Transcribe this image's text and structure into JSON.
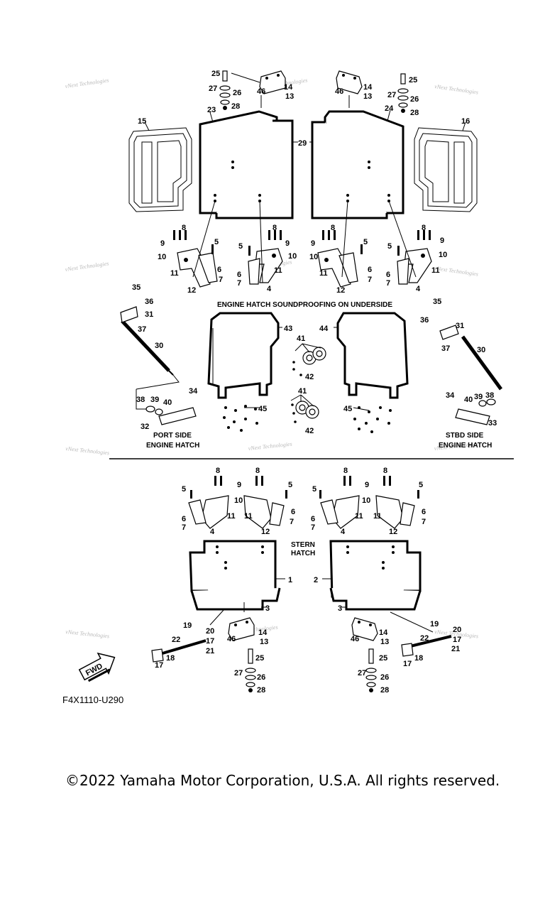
{
  "section_labels": {
    "engine_hatch_soundproofing": "ENGINE HATCH SOUNDPROOFING ON UNDERSIDE",
    "port_side_line1": "PORT SIDE",
    "port_side_line2": "ENGINE HATCH",
    "stbd_side_line1": "STBD SIDE",
    "stbd_side_line2": "ENGINE HATCH",
    "stern_line1": "STERN",
    "stern_line2": "HATCH"
  },
  "fwd_label": "FWD",
  "diagram_code": "F4X1110-U290",
  "watermark": "vNext Technologies",
  "copyright": "©2022 Yamaha Motor Corporation, U.S.A. All rights reserved.",
  "callouts": {
    "c25a": "25",
    "c27a": "27",
    "c26a": "26",
    "c28a": "28",
    "c46a": "46",
    "c14a": "14",
    "c13a": "13",
    "c23": "23",
    "c46b": "46",
    "c14b": "14",
    "c13b": "13",
    "c25b": "25",
    "c27b": "27",
    "c26b": "26",
    "c28b": "28",
    "c24": "24",
    "c15": "15",
    "c16": "16",
    "c29": "29",
    "u8a": "8",
    "u9a": "9",
    "u10a": "10",
    "u11a": "11",
    "u12a": "12",
    "u5a": "5",
    "u6a": "6",
    "u7a": "7",
    "u8b": "8",
    "u9b": "9",
    "u10b": "10",
    "u5b": "5",
    "u6b": "6",
    "u7b": "7",
    "u4a": "4",
    "u11b": "11",
    "u8c": "8",
    "u9c": "9",
    "u10c": "10",
    "u11c": "11",
    "u12b": "12",
    "u5c": "5",
    "u6c": "6",
    "u7c": "7",
    "u8d": "8",
    "u9d": "9",
    "u10d": "10",
    "u5d": "5",
    "u6d": "6",
    "u7d": "7",
    "u4b": "4",
    "u11d": "11",
    "c35a": "35",
    "c36a": "36",
    "c31a": "31",
    "c37a": "37",
    "c30a": "30",
    "c38a": "38",
    "c39a": "39",
    "c40a": "40",
    "c34a": "34",
    "c32": "32",
    "c43": "43",
    "c44": "44",
    "c41a": "41",
    "c42a": "42",
    "c41b": "41",
    "c42b": "42",
    "c45a": "45",
    "c45b": "45",
    "c35b": "35",
    "c36b": "36",
    "c31b": "31",
    "c37b": "37",
    "c30b": "30",
    "c34b": "34",
    "c40b": "40",
    "c39b": "39",
    "c38b": "38",
    "c33": "33",
    "l8a": "8",
    "l8b": "8",
    "l9a": "9",
    "l10a": "10",
    "l11a": "11",
    "l5a": "5",
    "l5b": "5",
    "l6a": "6",
    "l7a": "7",
    "l6b": "6",
    "l7b": "7",
    "l4a": "4",
    "l12a": "12",
    "l8c": "8",
    "l8d": "8",
    "l9b": "9",
    "l10b": "10",
    "l11b": "11",
    "l5c": "5",
    "l5d": "5",
    "l6c": "6",
    "l7c": "7",
    "l6d": "6",
    "l7d": "7",
    "l4b": "4",
    "l12b": "12",
    "c1": "1",
    "c2": "2",
    "c3a": "3",
    "c3b": "3",
    "c19a": "19",
    "c20a": "20",
    "c17a": "17",
    "c21a": "21",
    "c22a": "22",
    "c18a": "18",
    "c17b": "17",
    "c46c": "46",
    "c14c": "14",
    "c13c": "13",
    "c25c": "25",
    "c27c": "27",
    "c26c": "26",
    "c28c": "28",
    "c46d": "46",
    "c14d": "14",
    "c13d": "13",
    "c25d": "25",
    "c27d": "27",
    "c26d": "26",
    "c28d": "28",
    "c19b": "19",
    "c20b": "20",
    "c17c": "17",
    "c21b": "21",
    "c22b": "22",
    "c18b": "18",
    "c17d": "17"
  }
}
